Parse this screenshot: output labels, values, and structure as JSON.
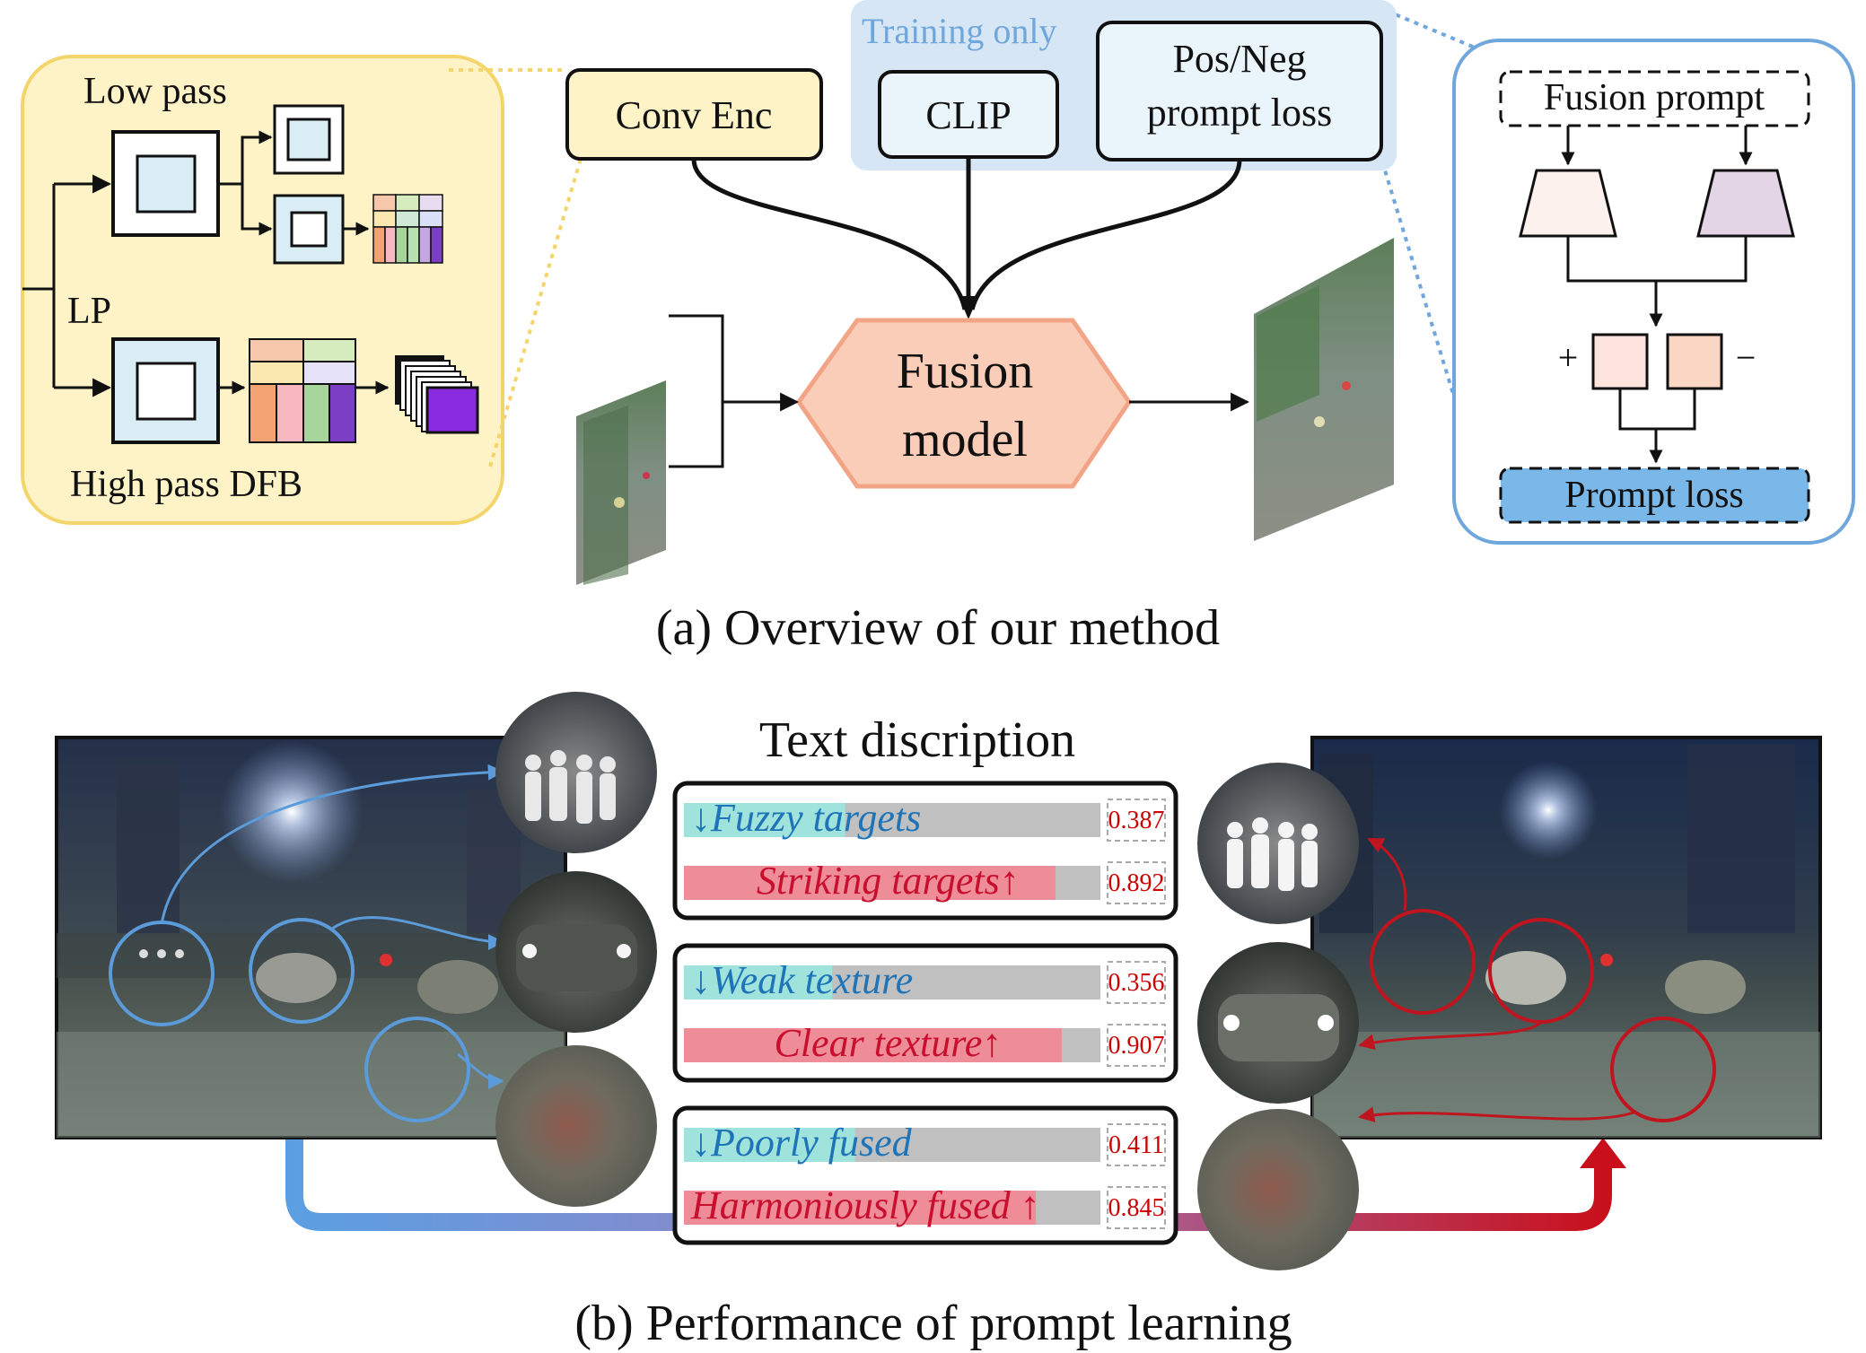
{
  "section_a": {
    "caption": "(a) Overview of our method",
    "decomposition_panel": {
      "low_pass_label": "Low pass",
      "lp_label": "LP",
      "high_pass_label": "High pass DFB"
    },
    "conv_enc_label": "Conv Enc",
    "training_only_label": "Training only",
    "clip_label": "CLIP",
    "prompt_loss_box": {
      "line1": "Pos/Neg",
      "line2": "prompt loss"
    },
    "fusion_model": {
      "line1": "Fusion",
      "line2": "model"
    },
    "prompt_panel": {
      "fusion_prompt_label": "Fusion prompt",
      "plus_sign": "+",
      "minus_sign": "−",
      "prompt_loss_label": "Prompt loss"
    }
  },
  "section_b": {
    "caption": "(b) Performance of prompt learning",
    "text_description_title": "Text discription",
    "prompt_groups": [
      {
        "negative": {
          "text": "↓Fuzzy targets",
          "score": "0.387",
          "value": 0.387
        },
        "positive": {
          "text": "Striking targets↑",
          "score": "0.892",
          "value": 0.892
        }
      },
      {
        "negative": {
          "text": "↓Weak texture",
          "score": "0.356",
          "value": 0.356
        },
        "positive": {
          "text": "Clear texture↑",
          "score": "0.907",
          "value": 0.907
        }
      },
      {
        "negative": {
          "text": "↓Poorly fused",
          "score": "0.411",
          "value": 0.411
        },
        "positive": {
          "text": "Harmoniously fused ↑",
          "score": "0.845",
          "value": 0.845
        }
      }
    ]
  },
  "colors": {
    "yellow_panel_fill": "#fdf3c6",
    "yellow_panel_stroke": "#f3d56b",
    "blue_panel_stroke": "#6fa7dc",
    "training_bg": "#d6e6f5",
    "training_text": "#6fa7dc",
    "fusion_fill": "#f9cdb7",
    "fusion_stroke": "#f2a487",
    "negative_text": "#1f74b8",
    "positive_text": "#c8102e",
    "score_text": "#cc0000",
    "teal_bar": "#9fe3dc",
    "pink_bar": "#ee8c98",
    "gray_bar": "#c0c0c0"
  }
}
